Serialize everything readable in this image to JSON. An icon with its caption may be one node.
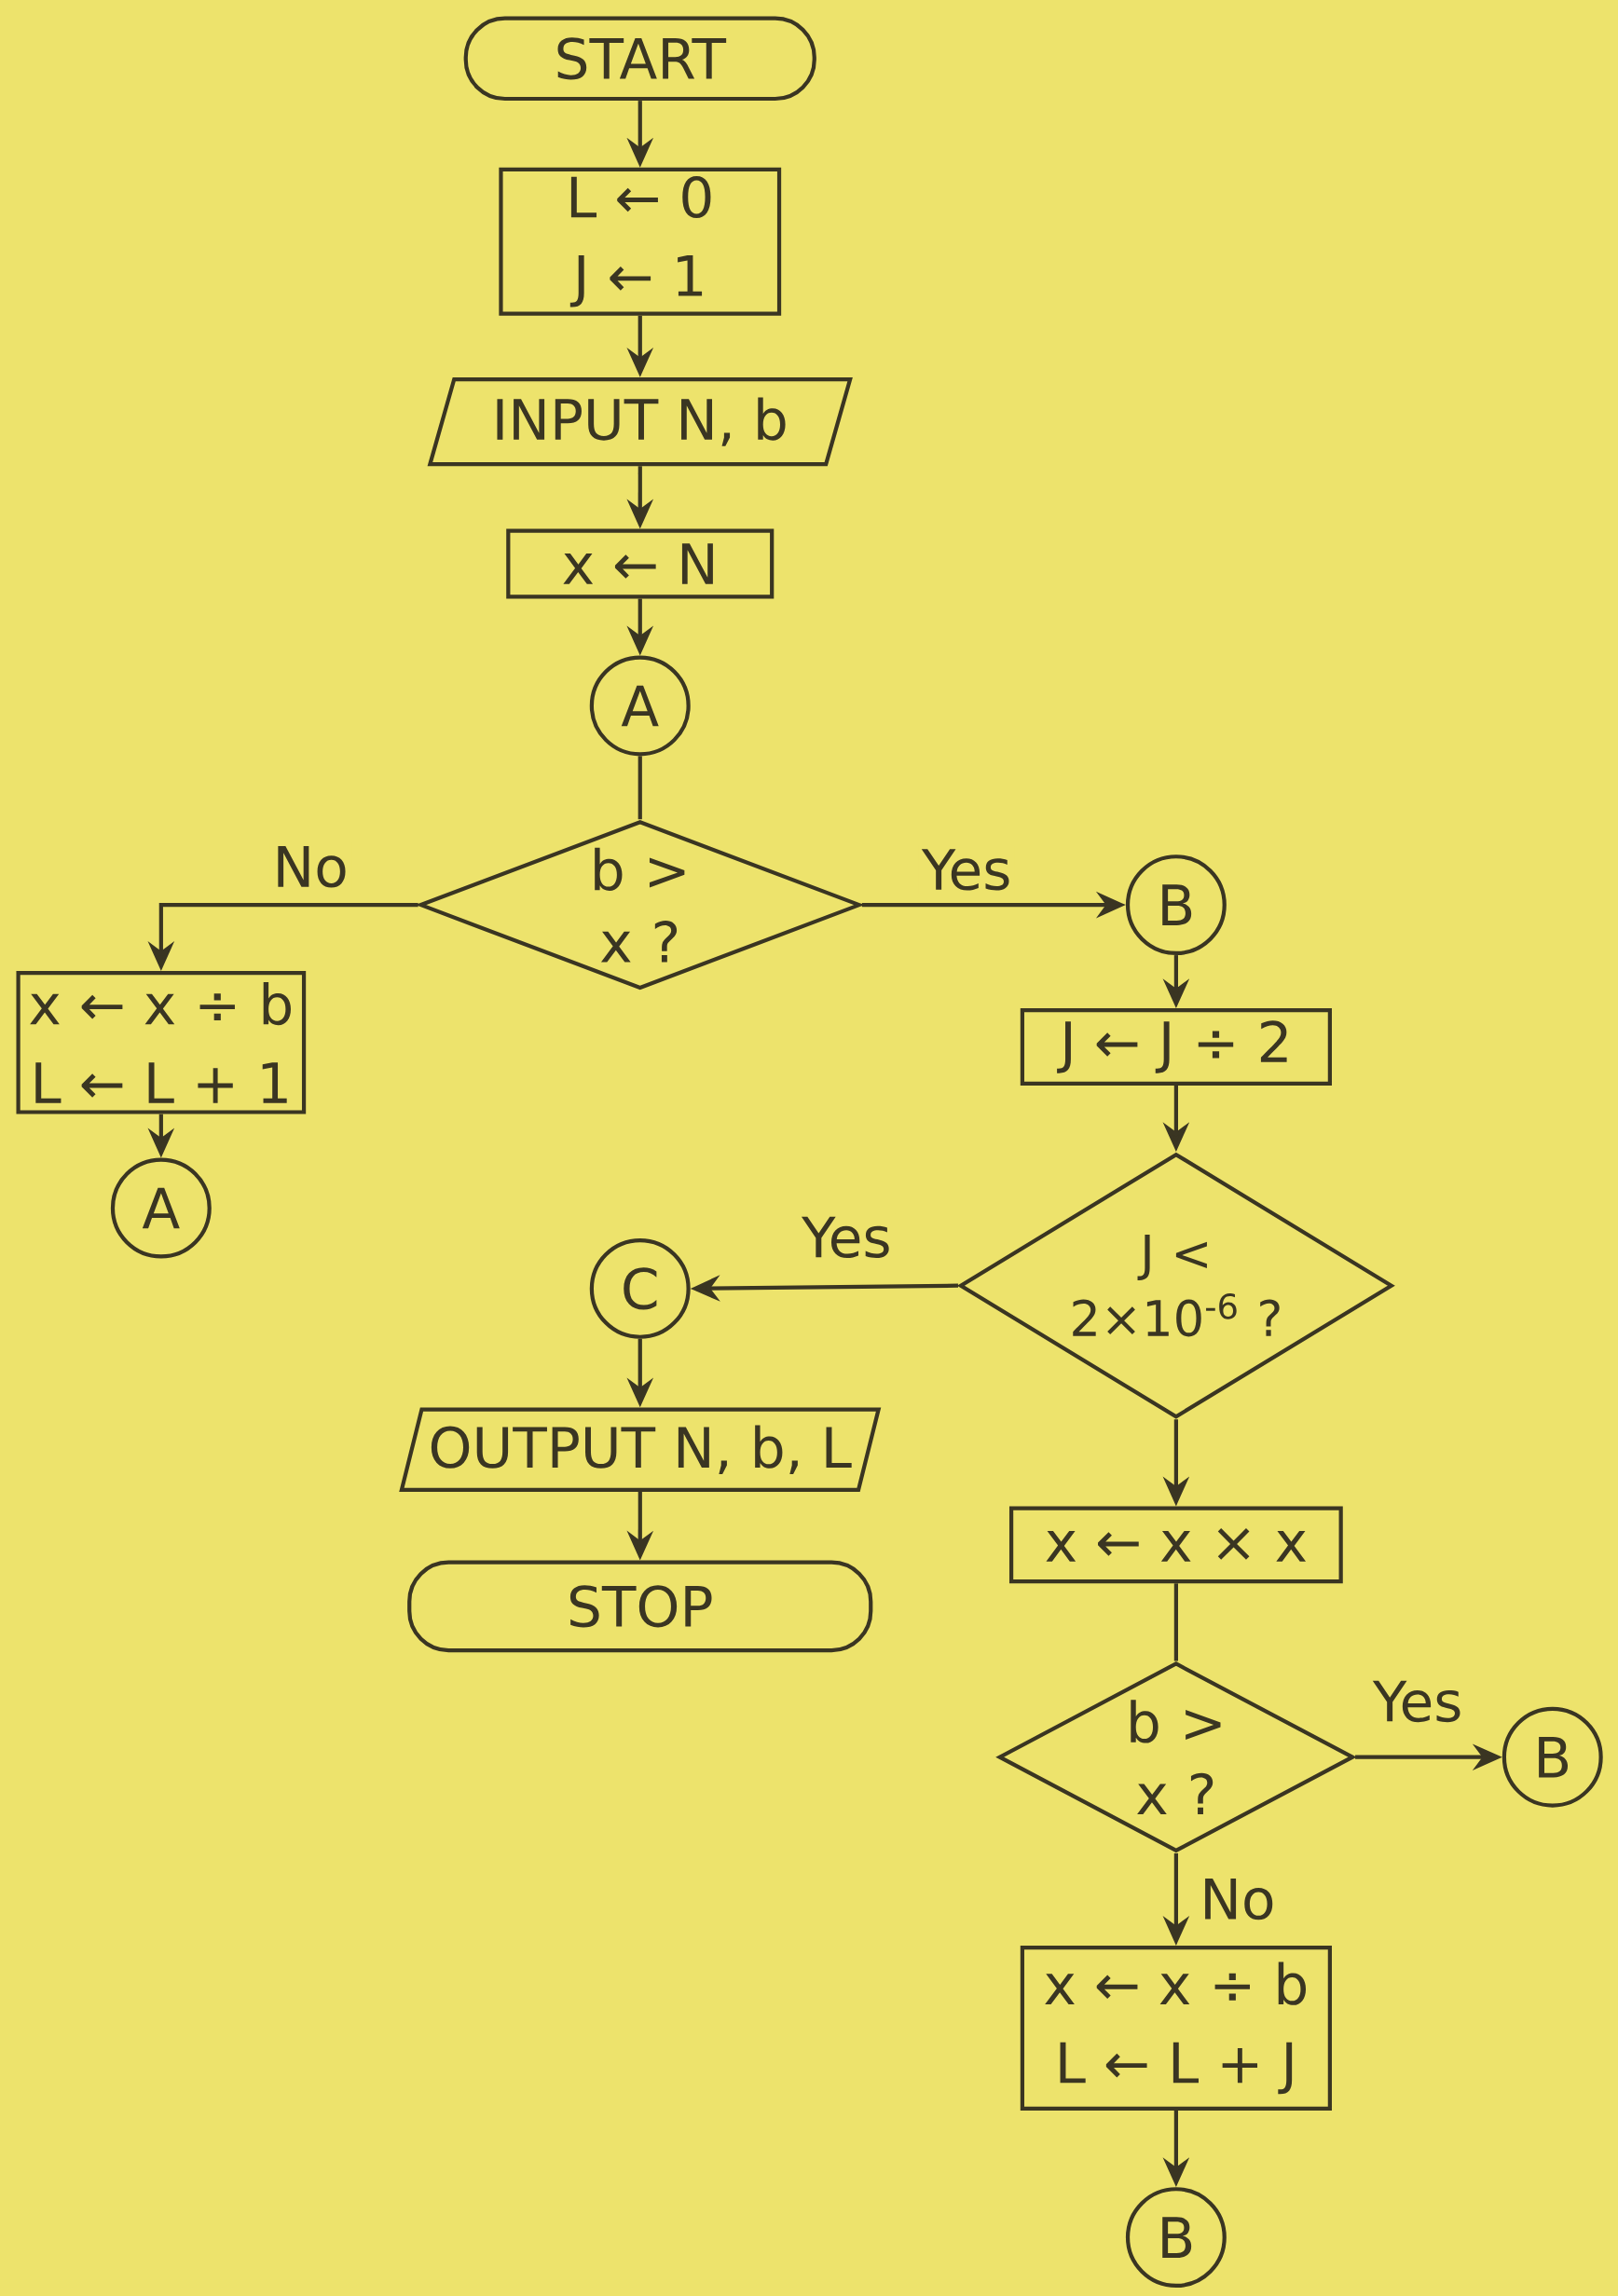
{
  "diagram": {
    "nodes": [
      {
        "text": [
          "START"
        ]
      },
      {
        "text": [
          "L ← 0",
          "J ← 1"
        ]
      },
      {
        "text": [
          "INPUT N, b"
        ]
      },
      {
        "text": [
          "x ← N"
        ]
      },
      {
        "text": [
          "A"
        ]
      },
      {
        "text": [
          "b > x ?"
        ]
      },
      {
        "text": [
          "B"
        ]
      },
      {
        "text": [
          "x ← x ÷ b",
          "L ← L + 1"
        ]
      },
      {
        "text": [
          "A"
        ]
      },
      {
        "text": [
          "J ← J ÷ 2"
        ]
      },
      {
        "text": [
          "J < 2×10$^{-6}$ ?"
        ]
      },
      {
        "text": [
          "C"
        ]
      },
      {
        "text": [
          "OUTPUT N, b, L"
        ]
      },
      {
        "text": [
          "STOP"
        ]
      },
      {
        "text": [
          "x ← x × x"
        ]
      },
      {
        "text": [
          "b > x ?"
        ]
      },
      {
        "text": [
          "B"
        ]
      },
      {
        "text": [
          "x ← x ÷ b",
          "L ← L + J"
        ]
      },
      {
        "text": [
          "B"
        ]
      }
    ],
    "edges": [
      {
        "from": 0,
        "to": 1,
        "arrow": "to"
      },
      {
        "from": 1,
        "to": 2,
        "arrow": "to"
      },
      {
        "from": 2,
        "to": 3,
        "arrow": "to"
      },
      {
        "from": 3,
        "to": 4,
        "arrow": "to"
      },
      {
        "from": 4,
        "to": 5,
        "arrow": "none"
      },
      {
        "from": 5,
        "to": 6,
        "arrow": "to",
        "label": "Yes"
      },
      {
        "from": 5,
        "to": 7,
        "arrow": "to",
        "label": "No"
      },
      {
        "from": 6,
        "to": 9,
        "arrow": "to"
      },
      {
        "from": 7,
        "to": 8,
        "arrow": "to"
      },
      {
        "from": 9,
        "to": 10,
        "arrow": "to"
      },
      {
        "from": 10,
        "to": 11,
        "arrow": "to",
        "label": "Yes"
      },
      {
        "from": 11,
        "to": 12,
        "arrow": "to"
      },
      {
        "from": 12,
        "to": 13,
        "arrow": "to"
      },
      {
        "from": 10,
        "to": 14,
        "arrow": "to"
      },
      {
        "from": 14,
        "to": 15,
        "arrow": "none"
      },
      {
        "from": 15,
        "to": 16,
        "arrow": "to",
        "label": "Yes"
      },
      {
        "from": 15,
        "to": 17,
        "arrow": "to",
        "label": "No"
      },
      {
        "from": 17,
        "to": 18,
        "arrow": "to"
      }
    ]
  }
}
